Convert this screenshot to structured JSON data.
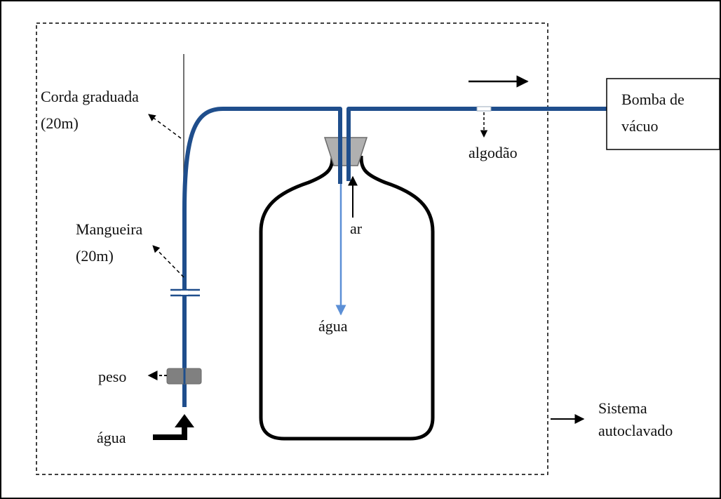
{
  "labels": {
    "rope_line1": "Corda graduada",
    "rope_line2": "(20m)",
    "hose_line1": "Mangueira",
    "hose_line2": "(20m)",
    "weight": "peso",
    "water_in": "água",
    "water_out": "água",
    "air": "ar",
    "cotton": "algodão",
    "pump_line1": "Bomba de",
    "pump_line2": "vácuo",
    "system_line1": "Sistema",
    "system_line2": "autoclavado"
  },
  "colors": {
    "hose": "#1f4e8c",
    "water_flow": "#5b8fd6",
    "weight": "#808080",
    "funnel": "#b0b0b0",
    "line": "#000000"
  }
}
